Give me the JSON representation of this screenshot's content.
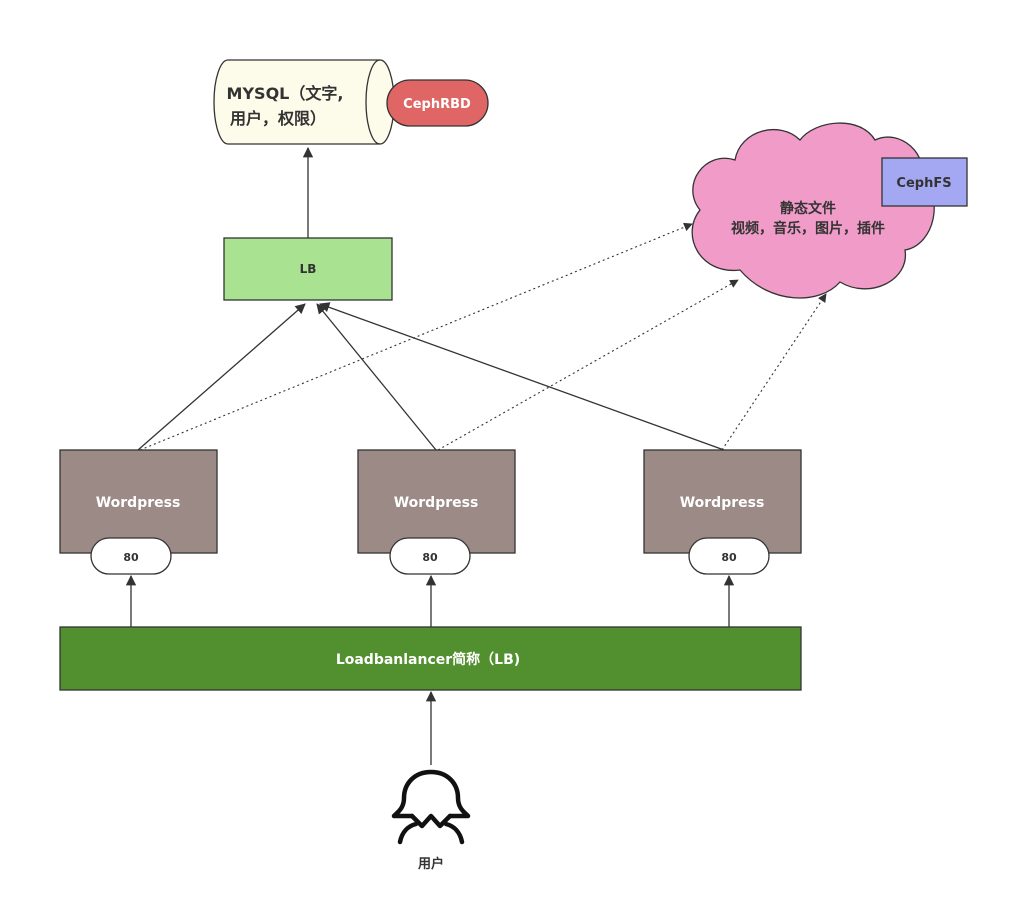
{
  "database": {
    "label_line1": "MYSQL（文字,",
    "label_line2": "用户，权限）"
  },
  "block_storage": {
    "label": "CephRBD"
  },
  "static_files": {
    "label_line1": "静态文件",
    "label_line2": "视频，音乐，图片，插件"
  },
  "file_storage": {
    "label": "CephFS"
  },
  "lb_top": {
    "label": "LB"
  },
  "servers": [
    {
      "label": "Wordpress",
      "port": "80"
    },
    {
      "label": "Wordpress",
      "port": "80"
    },
    {
      "label": "Wordpress",
      "port": "80"
    }
  ],
  "load_balancer": {
    "label": "Loadbanlancer简称（LB)"
  },
  "user": {
    "label": "用户"
  },
  "colors": {
    "database_fill": "#fdfbe9",
    "ceph_rbd_fill": "#e06666",
    "cloud_fill": "#f19cc8",
    "ceph_fs_fill": "#a4a8f2",
    "lb_top_fill": "#a9e290",
    "server_fill": "#9c8a86",
    "load_balancer_fill": "#528f2f",
    "port_fill": "#ffffff"
  }
}
